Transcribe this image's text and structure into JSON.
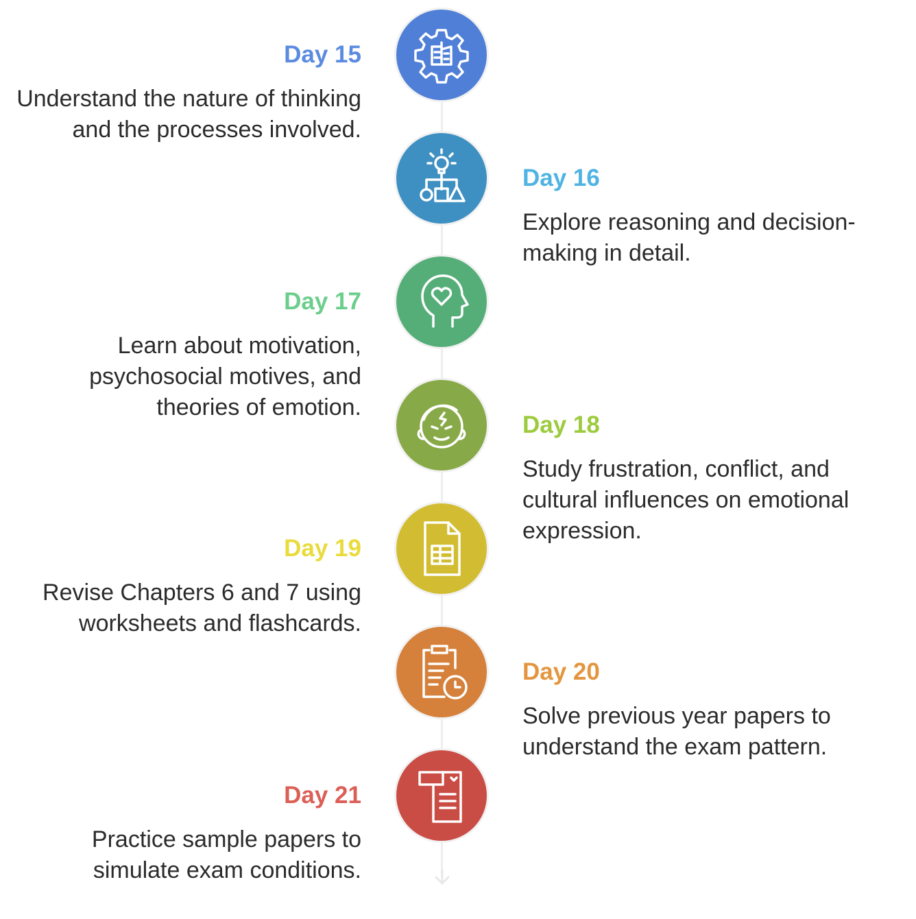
{
  "items": [
    {
      "label": "Day 15",
      "text": "Understand the nature of thinking and the processes involved.",
      "color": "#5b8be0",
      "circle": "#4f7fd6",
      "icon": "gear-book-icon",
      "side": "left"
    },
    {
      "label": "Day 16",
      "text": "Explore reasoning and decision-making in detail.",
      "color": "#4fb3e3",
      "circle": "#3f90c2",
      "icon": "lightbulb-shapes-icon",
      "side": "right"
    },
    {
      "label": "Day 17",
      "text": "Learn about motivation, psychosocial motives, and theories of emotion.",
      "color": "#6cce8c",
      "circle": "#55ae78",
      "icon": "head-heart-icon",
      "side": "left"
    },
    {
      "label": "Day 18",
      "text": "Study frustration, conflict, and cultural influences on emotional expression.",
      "color": "#9ccb3e",
      "circle": "#88a948",
      "icon": "frustrated-face-icon",
      "side": "right"
    },
    {
      "label": "Day 19",
      "text": "Revise Chapters 6 and 7 using worksheets and flashcards.",
      "color": "#e9db3c",
      "circle": "#d2bd32",
      "icon": "spreadsheet-icon",
      "side": "left"
    },
    {
      "label": "Day 20",
      "text": "Solve previous year papers to understand the exam pattern.",
      "color": "#e3963f",
      "circle": "#d5803b",
      "icon": "clipboard-clock-icon",
      "side": "right"
    },
    {
      "label": "Day 21",
      "text": "Practice sample papers to simulate exam conditions.",
      "color": "#db5f57",
      "circle": "#c94c45",
      "icon": "form-checklist-icon",
      "side": "left"
    }
  ]
}
